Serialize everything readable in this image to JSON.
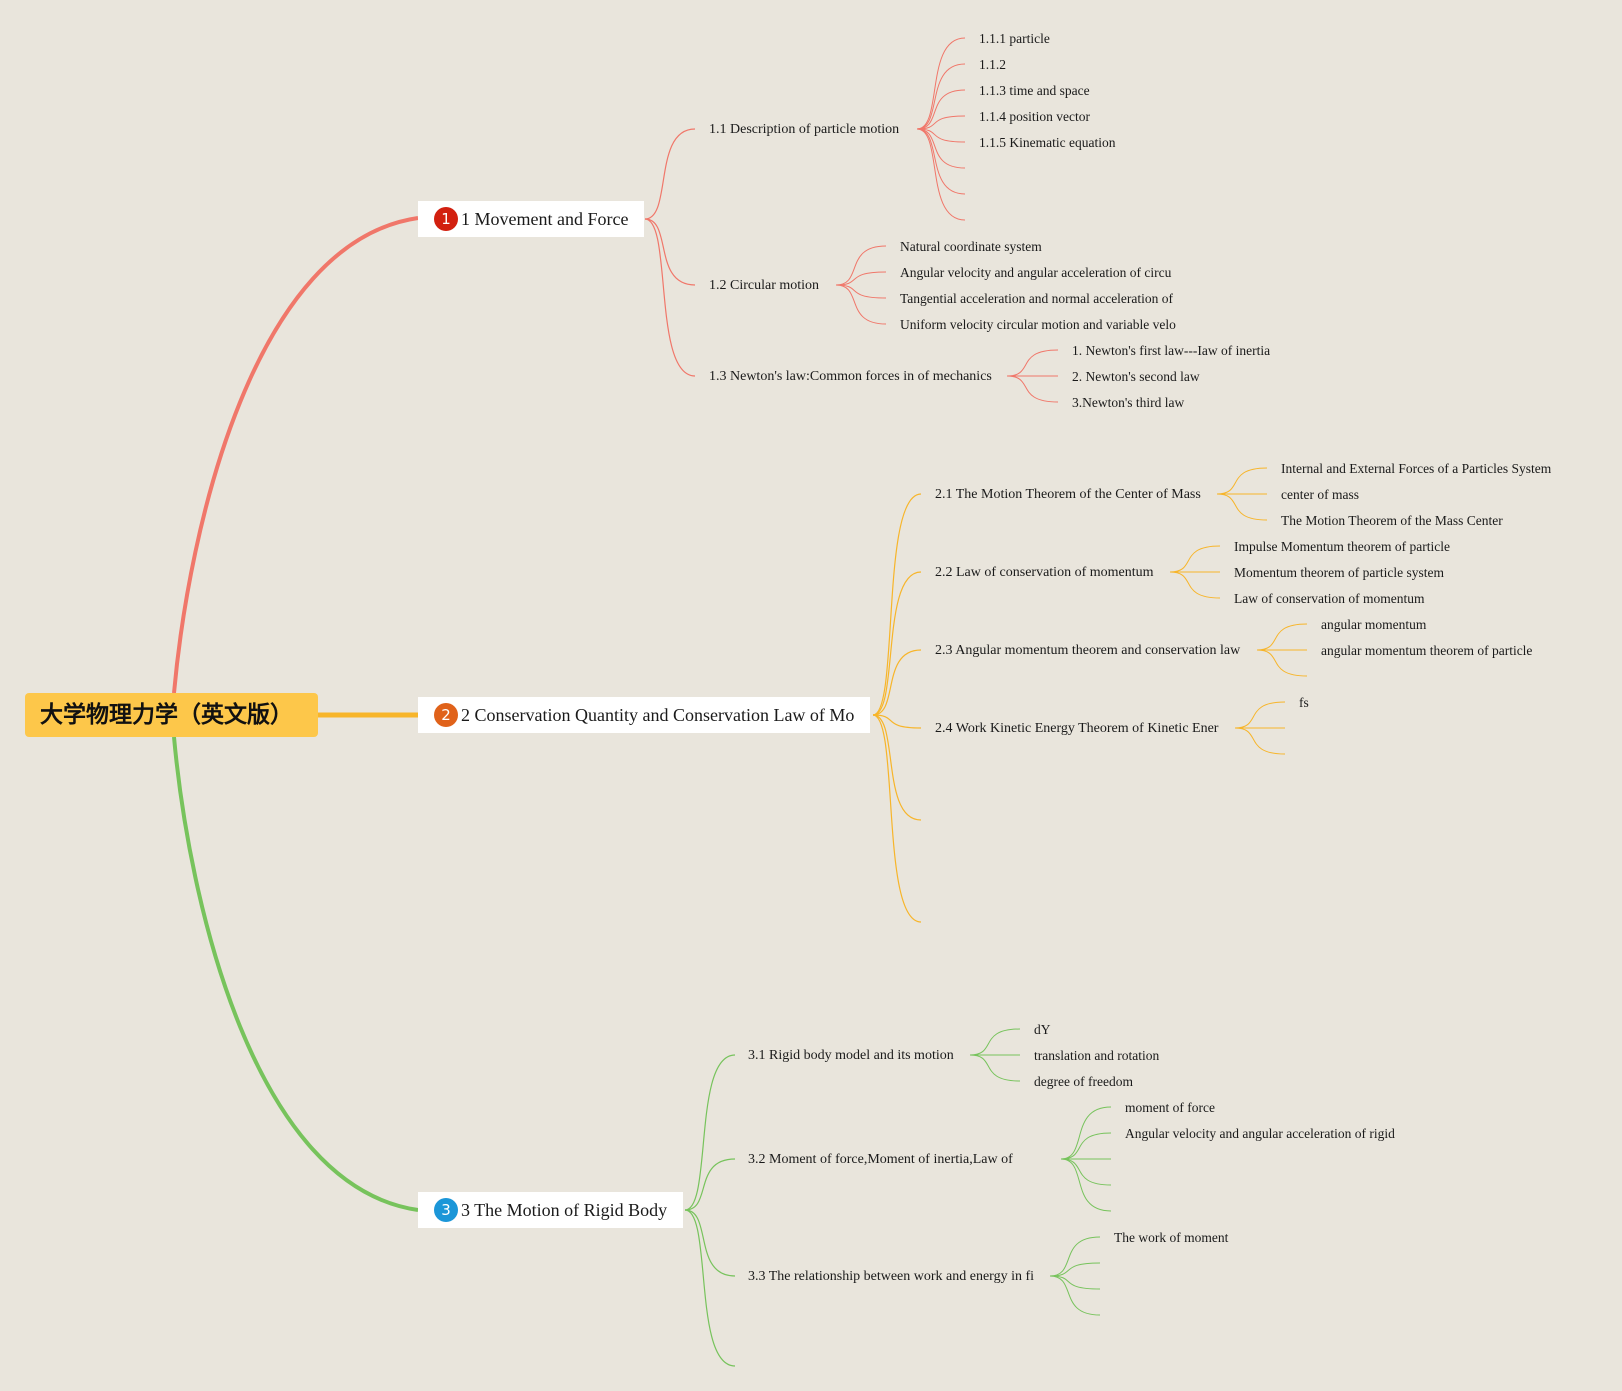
{
  "root": {
    "label": "大学物理力学（英文版）",
    "color": "#fdc74a"
  },
  "branches": [
    {
      "number": "1",
      "label": "1 Movement and Force",
      "color": "#f0776a",
      "badge_color": "#d2200f",
      "subtopics": [
        {
          "label": "1.1 Description of particle motion",
          "leaves": [
            "1.1.1 particle",
            "1.1.2",
            "1.1.3 time and space",
            "1.1.4 position vector",
            "1.1.5 Kinematic equation",
            "",
            "",
            ""
          ]
        },
        {
          "label": "1.2 Circular motion",
          "leaves": [
            "Natural coordinate system",
            "Angular velocity and angular acceleration of circu",
            "Tangential acceleration and normal acceleration of",
            "Uniform velocity circular motion and variable velo"
          ]
        },
        {
          "label": "1.3 Newton's law:Common forces in of mechanics",
          "leaves": [
            "1. Newton's first law---Iaw of inertia",
            "2. Newton's second law",
            "3.Newton's third law"
          ]
        }
      ]
    },
    {
      "number": "2",
      "label": "2 Conservation Quantity and Conservation Law of Mo",
      "color": "#f7b52a",
      "badge_color": "#e0621a",
      "subtopics": [
        {
          "label": "2.1 The Motion Theorem of the Center of Mass",
          "leaves": [
            "Internal and External Forces of a Particles System",
            "center of mass",
            "The Motion Theorem of the Mass Center"
          ]
        },
        {
          "label": "2.2 Law of conservation of momentum",
          "leaves": [
            "Impulse Momentum theorem of particle",
            "Momentum theorem of particle system",
            "Law of conservation of momentum"
          ]
        },
        {
          "label": "2.3 Angular momentum theorem and conservation law",
          "leaves": [
            "angular momentum",
            "angular momentum theorem of particle",
            ""
          ]
        },
        {
          "label": "2.4 Work Kinetic Energy Theorem of Kinetic Ener",
          "leaves": [
            "fs",
            "",
            ""
          ]
        },
        {
          "label": "",
          "leaves": []
        },
        {
          "label": "",
          "leaves": []
        }
      ]
    },
    {
      "number": "3",
      "label": "3 The Motion of Rigid Body",
      "color": "#77c35c",
      "badge_color": "#1b96d8",
      "subtopics": [
        {
          "label": "3.1 Rigid body model and its motion",
          "leaves": [
            "dY",
            "translation and rotation",
            "degree of freedom"
          ]
        },
        {
          "label": "3.2 Moment of force,Moment of inertia,Law of",
          "leaves": [
            "moment of force",
            "Angular velocity and angular acceleration of rigid",
            "",
            "",
            ""
          ]
        },
        {
          "label": "3.3 The relationship between work and energy in fi",
          "leaves": [
            "The work of moment",
            "",
            "",
            ""
          ]
        },
        {
          "label": "",
          "leaves": []
        }
      ]
    }
  ]
}
